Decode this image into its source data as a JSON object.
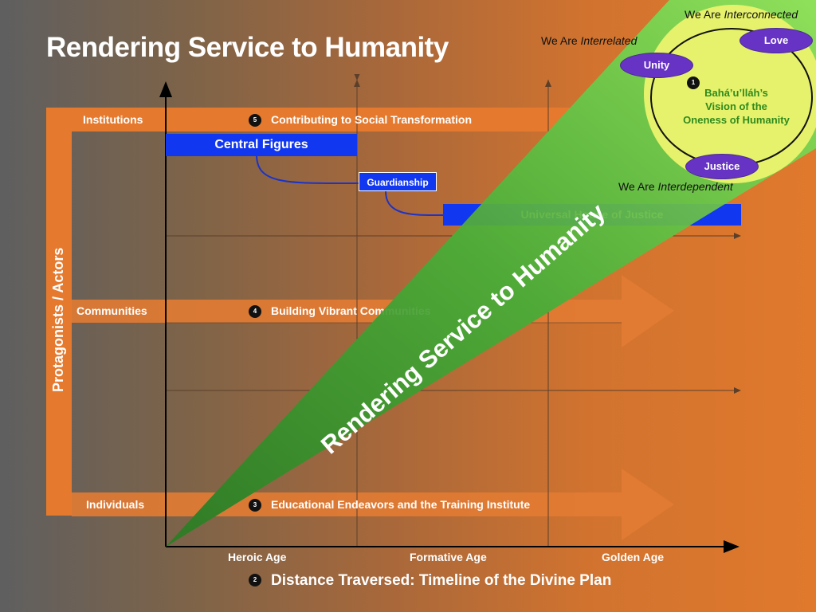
{
  "title": "Rendering Service to Humanity",
  "y_axis_label": "Protagonists / Actors",
  "bands": [
    {
      "label": "Institutions",
      "number": "5",
      "text": "Contributing to Social Transformation"
    },
    {
      "label": "Communities",
      "number": "4",
      "text": "Building Vibrant Communities"
    },
    {
      "label": "Individuals",
      "number": "3",
      "text": "Educational Endeavors and the Training Institute"
    }
  ],
  "blue_bars": {
    "central_figures": "Central Figures",
    "guardianship": "Guardianship",
    "universal_house": "Universal House of Justice"
  },
  "ages": [
    "Heroic Age",
    "Formative Age",
    "Golden Age"
  ],
  "footer": {
    "number": "2",
    "text": "Distance Traversed: Timeline of the Divine Plan"
  },
  "wedge_text": "Rendering Service to Humanity",
  "we_are": {
    "interrelated_prefix": "We Are ",
    "interrelated_word": "Interrelated",
    "interconnected_prefix": "We Are ",
    "interconnected_word": "Interconnected",
    "interdependent_prefix": "We Are ",
    "interdependent_word": "Interdependent"
  },
  "circle": {
    "number": "1",
    "vision_line1": "Bahá’u’lláh’s",
    "vision_line2": "Vision of the",
    "vision_line3": "Oneness of Humanity",
    "unity": "Unity",
    "love": "Love",
    "justice": "Justice"
  },
  "colors": {
    "orange_band": "#e57a2e",
    "blue_bar": "#1237f0",
    "wedge_green": "#5cc23a",
    "circle_fill": "#e6f26b",
    "pill_purple": "#6633c4"
  }
}
